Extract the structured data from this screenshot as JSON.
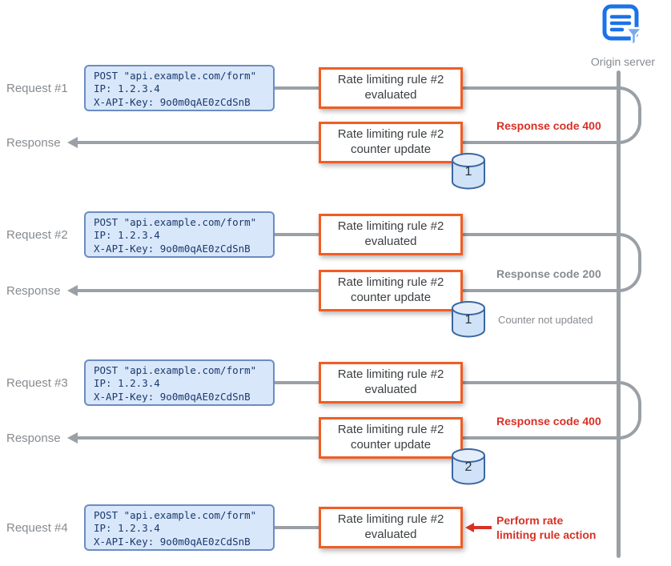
{
  "actor": {
    "label": "Origin server"
  },
  "payload": {
    "lines": [
      "POST \"api.example.com/form\"",
      "IP: 1.2.3.4",
      "X-API-Key: 9o0m0qAE0zCdSnB"
    ]
  },
  "rows": [
    {
      "label": "Request #1",
      "box": "Rate limiting rule #2 evaluated"
    },
    {
      "label": "Response",
      "box": "Rate limiting rule #2 counter update",
      "annotation": "Response code 400",
      "counter": "1"
    },
    {
      "label": "Request #2",
      "box": "Rate limiting rule #2 evaluated"
    },
    {
      "label": "Response",
      "box": "Rate limiting rule #2 counter update",
      "annotation": "Response code 200",
      "counter": "1",
      "note": "Counter not updated"
    },
    {
      "label": "Request #3",
      "box": "Rate limiting rule #2 evaluated"
    },
    {
      "label": "Response",
      "box": "Rate limiting rule #2 counter update",
      "annotation": "Response code 400",
      "counter": "2"
    },
    {
      "label": "Request #4",
      "box": "Rate limiting rule #2 evaluated",
      "annotation": "Perform rate limiting rule action"
    }
  ],
  "colors": {
    "rule_border": "#f05d24",
    "payload_bg": "#d9e7fb",
    "payload_border": "#6b8cc2",
    "line_gray": "#9aa0a6",
    "annotation_red": "#d93025",
    "label_gray": "#868b90",
    "counter_fill": "#cfe2f7",
    "counter_border": "#3b66a0",
    "icon_blue": "#1a73e8"
  }
}
